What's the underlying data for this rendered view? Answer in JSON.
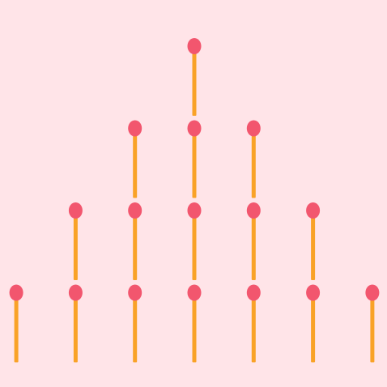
{
  "puzzle": {
    "rows": [
      {
        "count": 1
      },
      {
        "count": 3
      },
      {
        "count": 5
      },
      {
        "count": 7
      }
    ],
    "total_matches": 16
  },
  "colors": {
    "background": "#FFE4E8",
    "match_head": "#F2566E",
    "match_stick": "#F9A227"
  },
  "icons": {
    "match": "matchstick-icon"
  }
}
